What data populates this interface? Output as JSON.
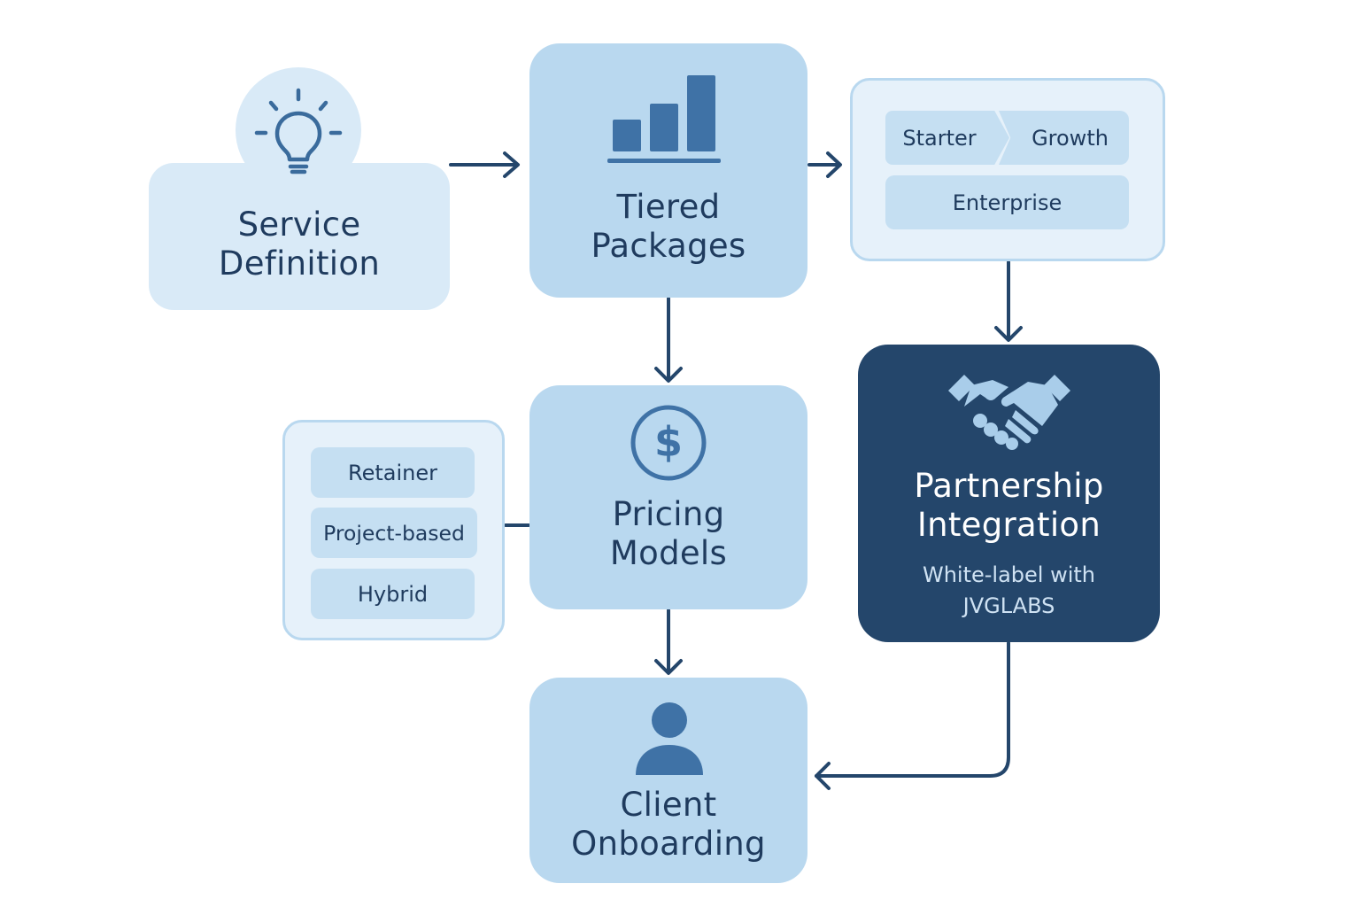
{
  "colors": {
    "light_node": "#b9d8ef",
    "pale_node": "#d9eaf7",
    "dark_node": "#24466b",
    "arrow": "#24466b",
    "text_dark": "#1f3b5e",
    "text_light": "#ffffff"
  },
  "nodes": {
    "service_definition": {
      "title_line1": "Service",
      "title_line2": "Definition",
      "icon": "lightbulb-icon"
    },
    "tiered_packages": {
      "title_line1": "Tiered",
      "title_line2": "Packages",
      "icon": "bar-chart-icon"
    },
    "pricing_models": {
      "title_line1": "Pricing",
      "title_line2": "Models",
      "icon": "dollar-coin-icon"
    },
    "partnership_integration": {
      "title_line1": "Partnership",
      "title_line2": "Integration",
      "subtitle_line1": "White-label with",
      "subtitle_line2": "JVGLABS",
      "icon": "handshake-icon"
    },
    "client_onboarding": {
      "title_line1": "Client",
      "title_line2": "Onboarding",
      "icon": "user-icon"
    }
  },
  "tiers": {
    "starter": "Starter",
    "growth": "Growth",
    "enterprise": "Enterprise"
  },
  "pricing_options": {
    "retainer": "Retainer",
    "project_based": "Project-based",
    "hybrid": "Hybrid"
  }
}
